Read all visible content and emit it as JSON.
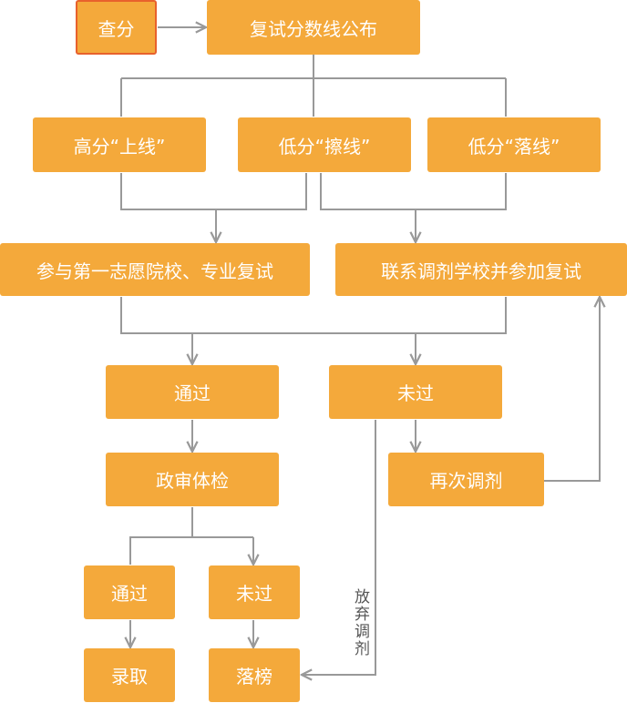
{
  "colors": {
    "node_fill": "#f4a93b",
    "start_border": "#e8612c",
    "node_text": "#ffffff",
    "connector": "#999999"
  },
  "nodes": {
    "check_score": "查分",
    "announce": "复试分数线公布",
    "high": "高分“上线”",
    "low_edge": "低分“擦线”",
    "low_below": "低分“落线”",
    "first_choice": "参与第一志愿院校、专业复试",
    "adjust": "联系调剂学校并参加复试",
    "pass1": "通过",
    "fail1": "未过",
    "political": "政审体检",
    "readjust": "再次调剂",
    "pass2": "通过",
    "fail2": "未过",
    "admit": "录取",
    "reject": "落榜"
  },
  "labels": {
    "give_up": "放弃调剂"
  }
}
